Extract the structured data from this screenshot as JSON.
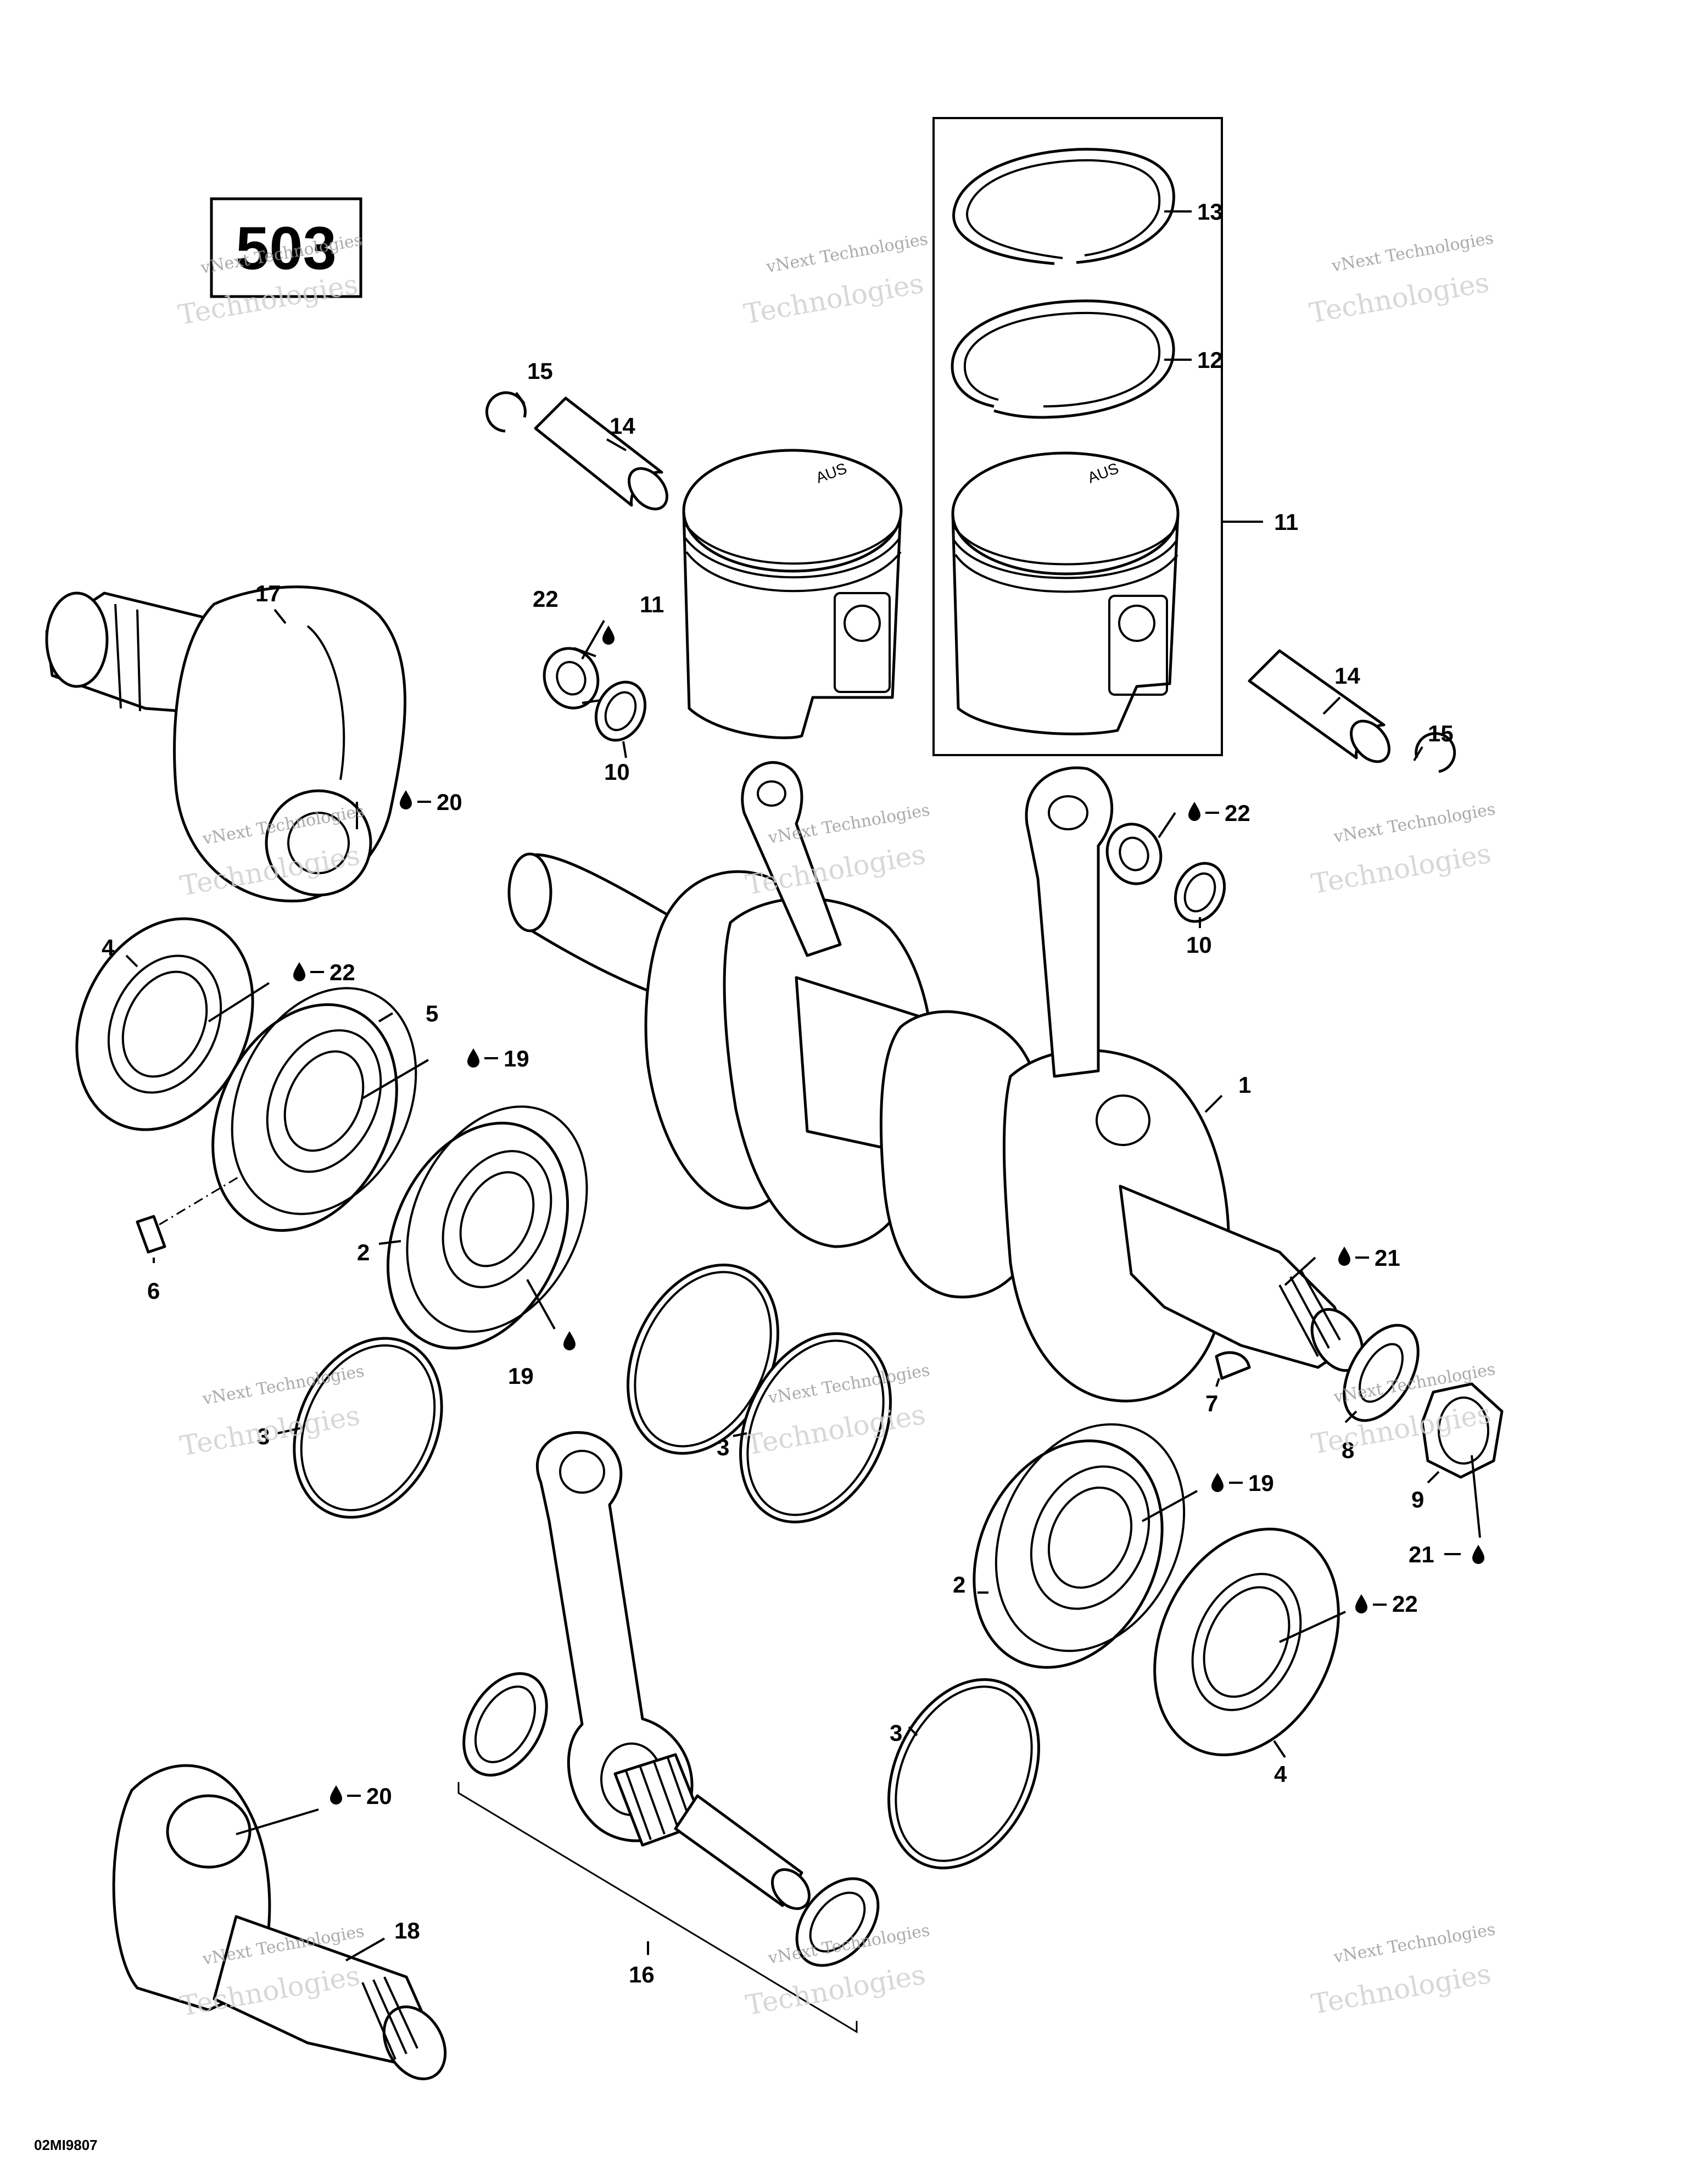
{
  "engine_code": "503",
  "figure_code": "02MI9807",
  "watermark": {
    "line1": "vNext Technologies",
    "line2": "Technologies"
  },
  "icons": {
    "lubricant": "oil-drop-icon"
  },
  "callouts": [
    {
      "id": "c13",
      "text": "13"
    },
    {
      "id": "c12",
      "text": "12"
    },
    {
      "id": "c15a",
      "text": "15"
    },
    {
      "id": "c14a",
      "text": "14"
    },
    {
      "id": "c11a",
      "text": "11"
    },
    {
      "id": "c11b",
      "text": "11"
    },
    {
      "id": "c22a",
      "text": "22"
    },
    {
      "id": "c10a",
      "text": "10"
    },
    {
      "id": "c17",
      "text": "17"
    },
    {
      "id": "c14b",
      "text": "14"
    },
    {
      "id": "c15b",
      "text": "15"
    },
    {
      "id": "c20a",
      "text": "20"
    },
    {
      "id": "c22b",
      "text": "22"
    },
    {
      "id": "c10b",
      "text": "10"
    },
    {
      "id": "c4a",
      "text": "4"
    },
    {
      "id": "c22c",
      "text": "22"
    },
    {
      "id": "c5",
      "text": "5"
    },
    {
      "id": "c19a",
      "text": "19"
    },
    {
      "id": "c1",
      "text": "1"
    },
    {
      "id": "c6",
      "text": "6"
    },
    {
      "id": "c2a",
      "text": "2"
    },
    {
      "id": "c21a",
      "text": "21"
    },
    {
      "id": "c19b",
      "text": "19"
    },
    {
      "id": "c7",
      "text": "7"
    },
    {
      "id": "c3a",
      "text": "3"
    },
    {
      "id": "c3b",
      "text": "3"
    },
    {
      "id": "c8",
      "text": "8"
    },
    {
      "id": "c9",
      "text": "9"
    },
    {
      "id": "c19c",
      "text": "19"
    },
    {
      "id": "c21b",
      "text": "21"
    },
    {
      "id": "c2b",
      "text": "2"
    },
    {
      "id": "c22d",
      "text": "22"
    },
    {
      "id": "c4b",
      "text": "4"
    },
    {
      "id": "c3c",
      "text": "3"
    },
    {
      "id": "c20b",
      "text": "20"
    },
    {
      "id": "c18",
      "text": "18"
    },
    {
      "id": "c16",
      "text": "16"
    }
  ]
}
